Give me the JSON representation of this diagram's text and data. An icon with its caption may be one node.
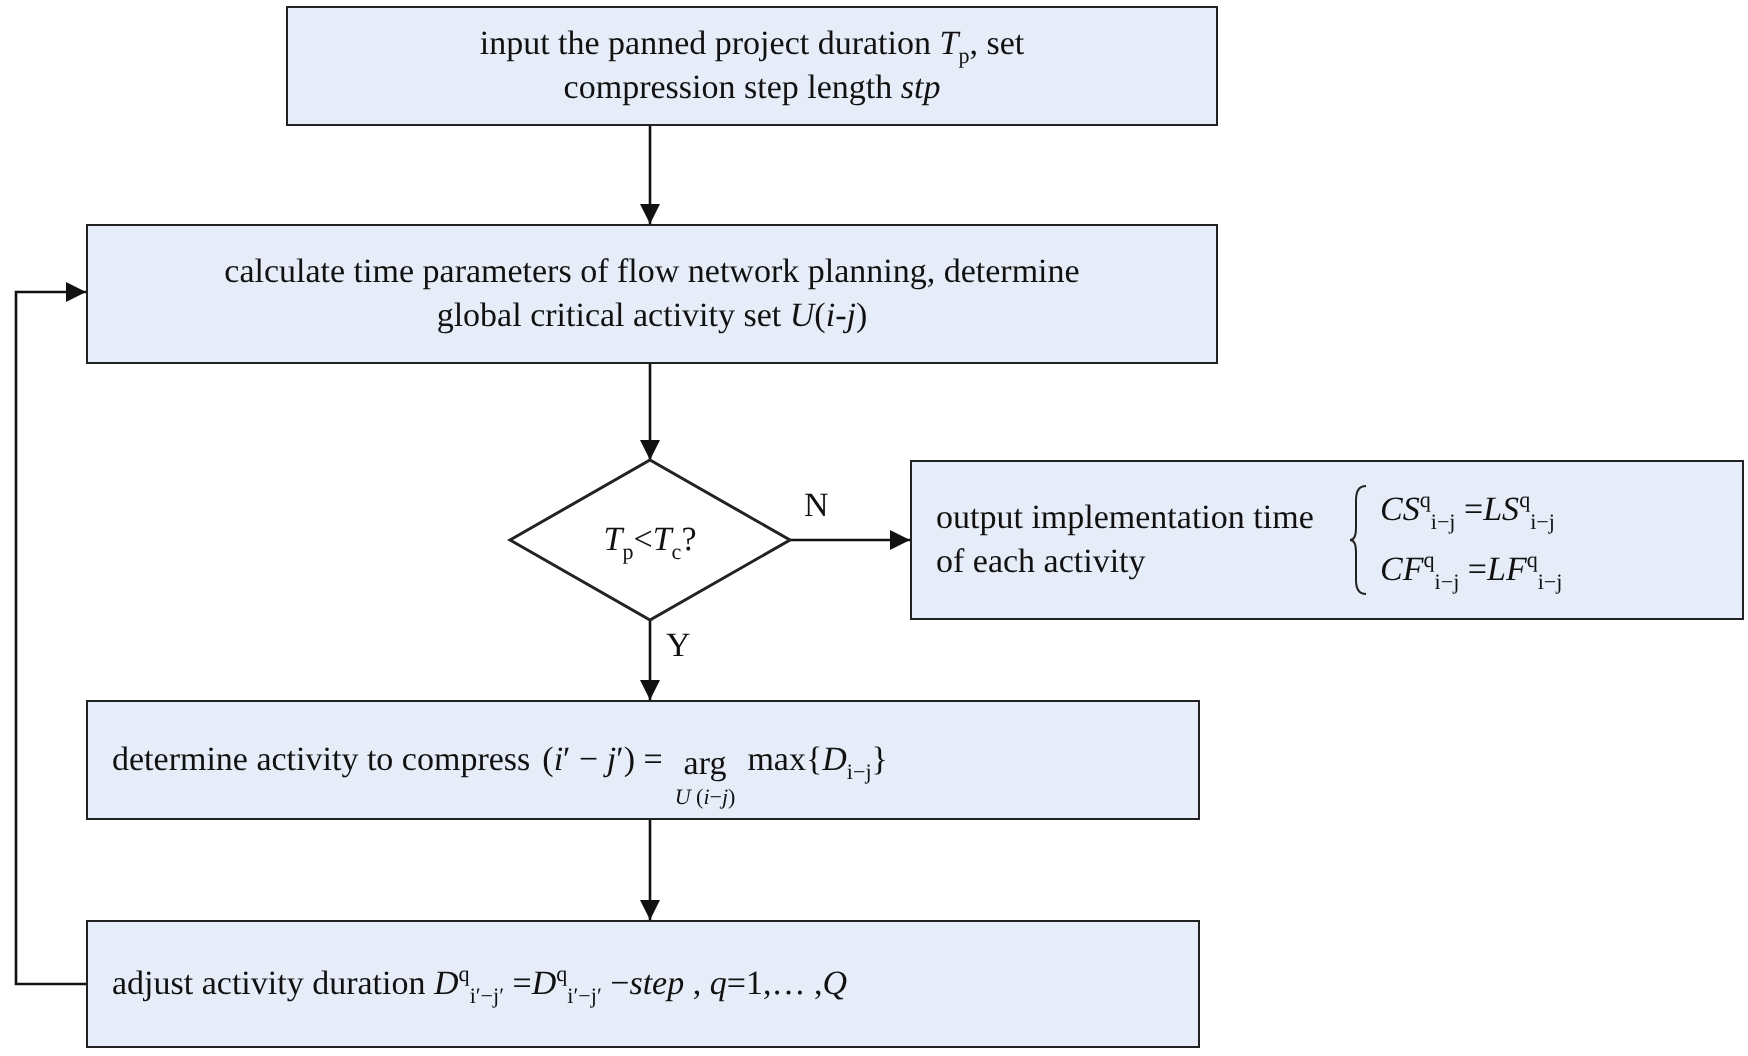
{
  "diagram": {
    "nodes": [
      {
        "text": [
          "input the panned project duration *T*$_{p}$, set compression step length *stp*"
        ]
      },
      {
        "text": [
          "calculate time parameters of flow network planning, determine global critical activity set *U*(*i*-*j*)"
        ]
      },
      {
        "text": [
          "*T*$_{p}$<*T*$_{c}$?"
        ]
      },
      {
        "text": [
          "output implementation time of each activity",
          "*CS*$^{q}$$_{i−j}$ =*LS*$^{q}$$_{i−j}$",
          "*CF*$^{q}$$_{i−j}$ =*LF*$^{q}$$_{i−j}$"
        ]
      },
      {
        "text": [
          "determine activity to compress",
          "(*i*′ − *j*′) =",
          "arg",
          "*U* (*i*−*j*)",
          "max{*D*$_{i−j}$}"
        ]
      },
      {
        "text": [
          "adjust activity duration *D*$^{q}$$_{i′−j′}$ =*D*$^{q}$$_{i′−j′}$ −*step* , *q*=1,…  ,*Q*"
        ]
      }
    ],
    "edges": [
      {
        "from": 0,
        "to": 1,
        "arrow": "to"
      },
      {
        "from": 1,
        "to": 2,
        "arrow": "to"
      },
      {
        "from": 2,
        "to": 3,
        "arrow": "to",
        "label": "N"
      },
      {
        "from": 2,
        "to": 4,
        "arrow": "to",
        "label": "Y"
      },
      {
        "from": 4,
        "to": 5,
        "arrow": "to"
      },
      {
        "from": 5,
        "to": 1,
        "arrow": "to"
      }
    ]
  }
}
